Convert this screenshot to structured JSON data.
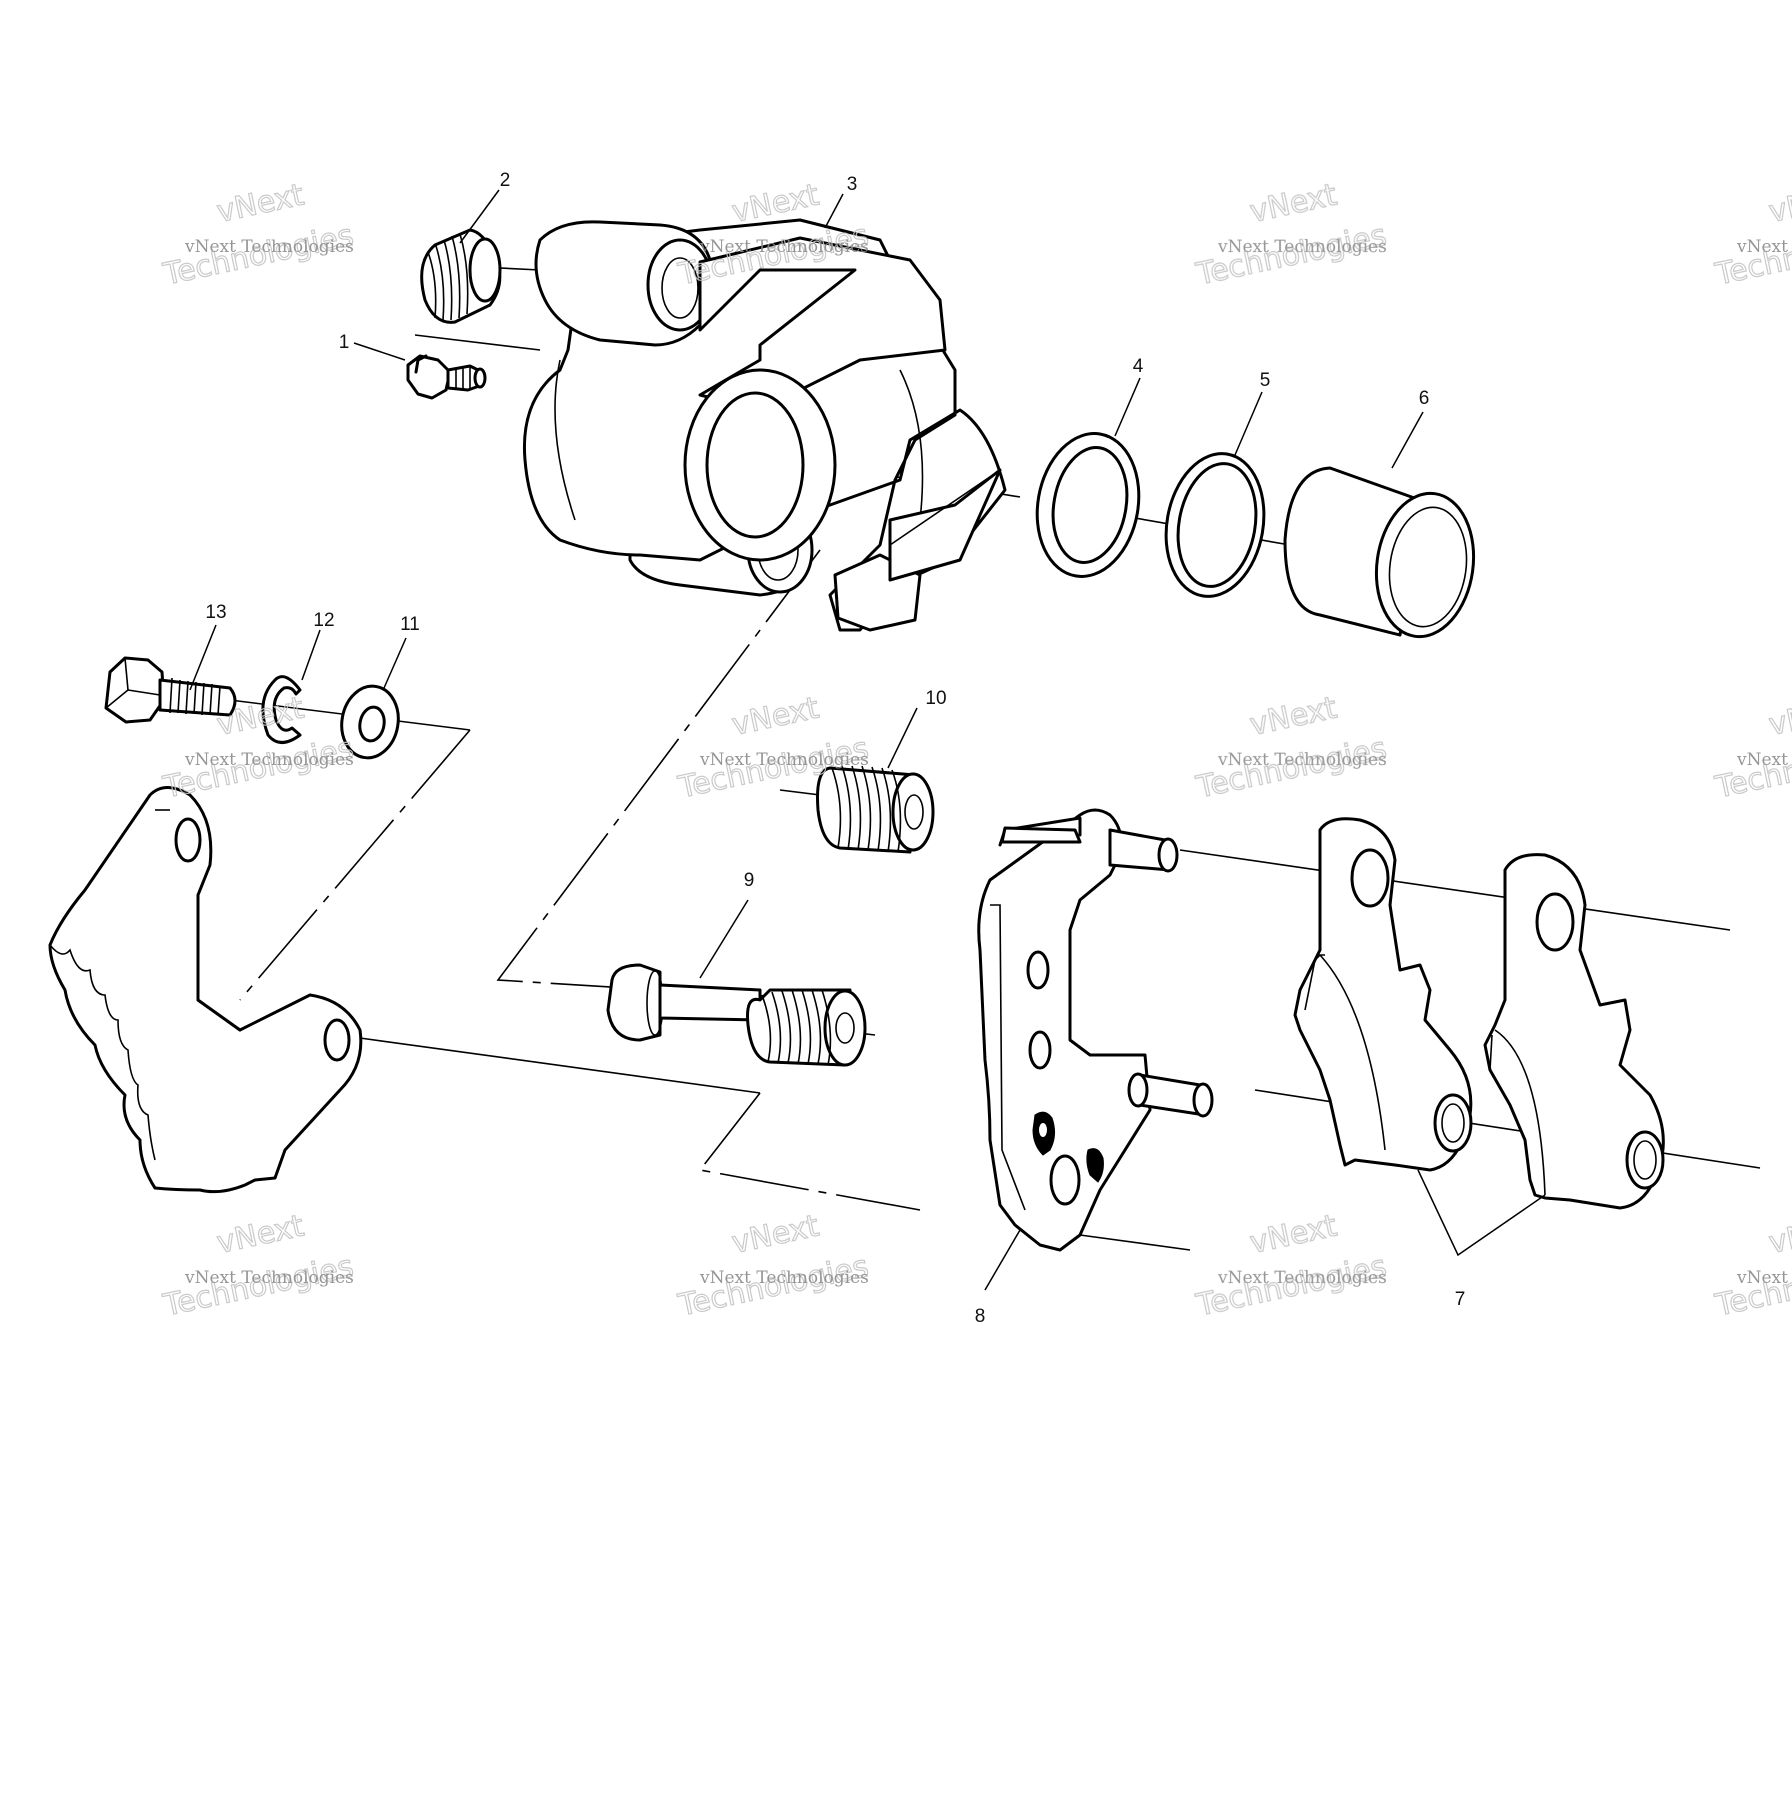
{
  "diagram": {
    "callouts": [
      {
        "id": "1",
        "label": "1"
      },
      {
        "id": "2",
        "label": "2"
      },
      {
        "id": "3",
        "label": "3"
      },
      {
        "id": "4",
        "label": "4"
      },
      {
        "id": "5",
        "label": "5"
      },
      {
        "id": "6",
        "label": "6"
      },
      {
        "id": "7",
        "label": "7"
      },
      {
        "id": "8",
        "label": "8"
      },
      {
        "id": "9",
        "label": "9"
      },
      {
        "id": "10",
        "label": "10"
      },
      {
        "id": "11",
        "label": "11"
      },
      {
        "id": "12",
        "label": "12"
      },
      {
        "id": "13",
        "label": "13"
      }
    ]
  },
  "watermark": {
    "line1": "vNext Technologies",
    "line2": "vNext",
    "line3": "Technologies"
  }
}
